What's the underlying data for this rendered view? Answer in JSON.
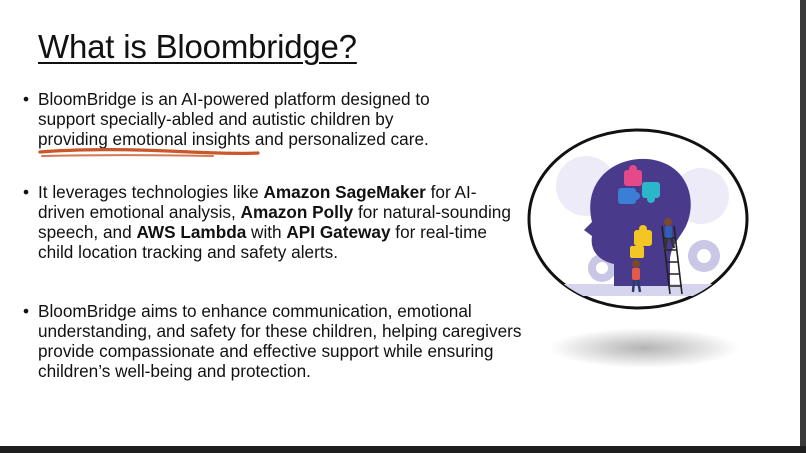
{
  "slide": {
    "title": "What is Bloombridge?",
    "bullets": [
      {
        "line1": "BloomBridge is an AI-powered platform designed to",
        "line2": "support specially-abled and autistic children by",
        "line3": "providing emotional insights and personalized care."
      },
      {
        "p1": "It leverages technologies like ",
        "b1": "Amazon SageMaker",
        "p2": " for AI-driven emotional analysis, ",
        "b2": "Amazon Polly",
        "p3": " for natural-sounding speech, and ",
        "b3": "AWS Lambda",
        "p4": " with ",
        "b4": "API Gateway",
        "p5": " for real-time child location tracking and safety alerts."
      },
      {
        "text": "BloomBridge aims to enhance communication, emotional understanding, and safety for these children, helping caregivers provide compassionate and effective support while ensuring children’s well-being and protection."
      }
    ],
    "bullet_symbol": "•",
    "illustration": "head-puzzle-illustration",
    "accent_colors": {
      "squiggle": "#c9572a",
      "head": "#4a3a8c",
      "frame": "#111111"
    }
  }
}
